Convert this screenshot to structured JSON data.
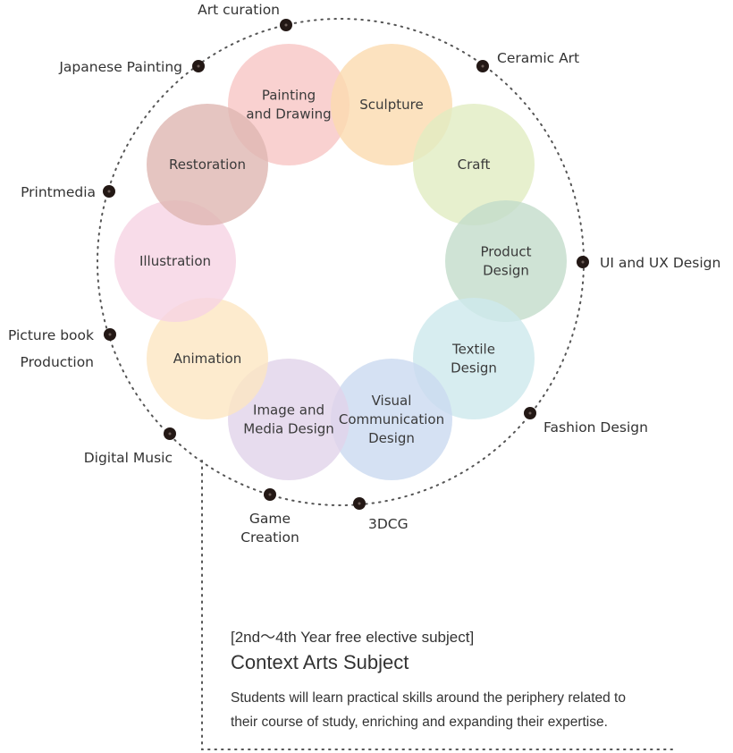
{
  "inner_circles": [
    {
      "lines": [
        "Painting",
        "and Drawing"
      ],
      "color": "#f7c6c4"
    },
    {
      "lines": [
        "Sculpture"
      ],
      "color": "#fbdbaf"
    },
    {
      "lines": [
        "Craft"
      ],
      "color": "#e1ecc2"
    },
    {
      "lines": [
        "Product",
        "Design"
      ],
      "color": "#c3dccb"
    },
    {
      "lines": [
        "Textile",
        "Design"
      ],
      "color": "#cde8ec"
    },
    {
      "lines": [
        "Visual",
        "Communication",
        "Design"
      ],
      "color": "#cbdaf0"
    },
    {
      "lines": [
        "Image and",
        "Media Design"
      ],
      "color": "#e1d3ea"
    },
    {
      "lines": [
        "Animation"
      ],
      "color": "#fce6c2"
    },
    {
      "lines": [
        "Illustration"
      ],
      "color": "#f6d3e4"
    },
    {
      "lines": [
        "Restoration"
      ],
      "color": "#deb7b1"
    }
  ],
  "outer_labels": [
    {
      "lines": [
        "Art curation"
      ]
    },
    {
      "lines": [
        "Ceramic Art"
      ]
    },
    {
      "lines": [
        "UI and UX Design"
      ]
    },
    {
      "lines": [
        "Fashion Design"
      ]
    },
    {
      "lines": [
        "3DCG"
      ]
    },
    {
      "lines": [
        "Game",
        "Creation"
      ]
    },
    {
      "lines": [
        "Digital Music"
      ]
    },
    {
      "lines": [
        "Picture book",
        "Production"
      ]
    },
    {
      "lines": [
        "Printmedia"
      ]
    },
    {
      "lines": [
        "Japanese Painting"
      ]
    }
  ],
  "colors": {
    "dot": "#231815",
    "dotted_line": "#555555"
  },
  "caption": {
    "subtitle": "[2nd〜4th Year free elective subject]",
    "title": "Context Arts Subject",
    "description_lines": [
      "Students will learn practical skills around the periphery related to",
      "their course of study, enriching and expanding their expertise."
    ]
  }
}
